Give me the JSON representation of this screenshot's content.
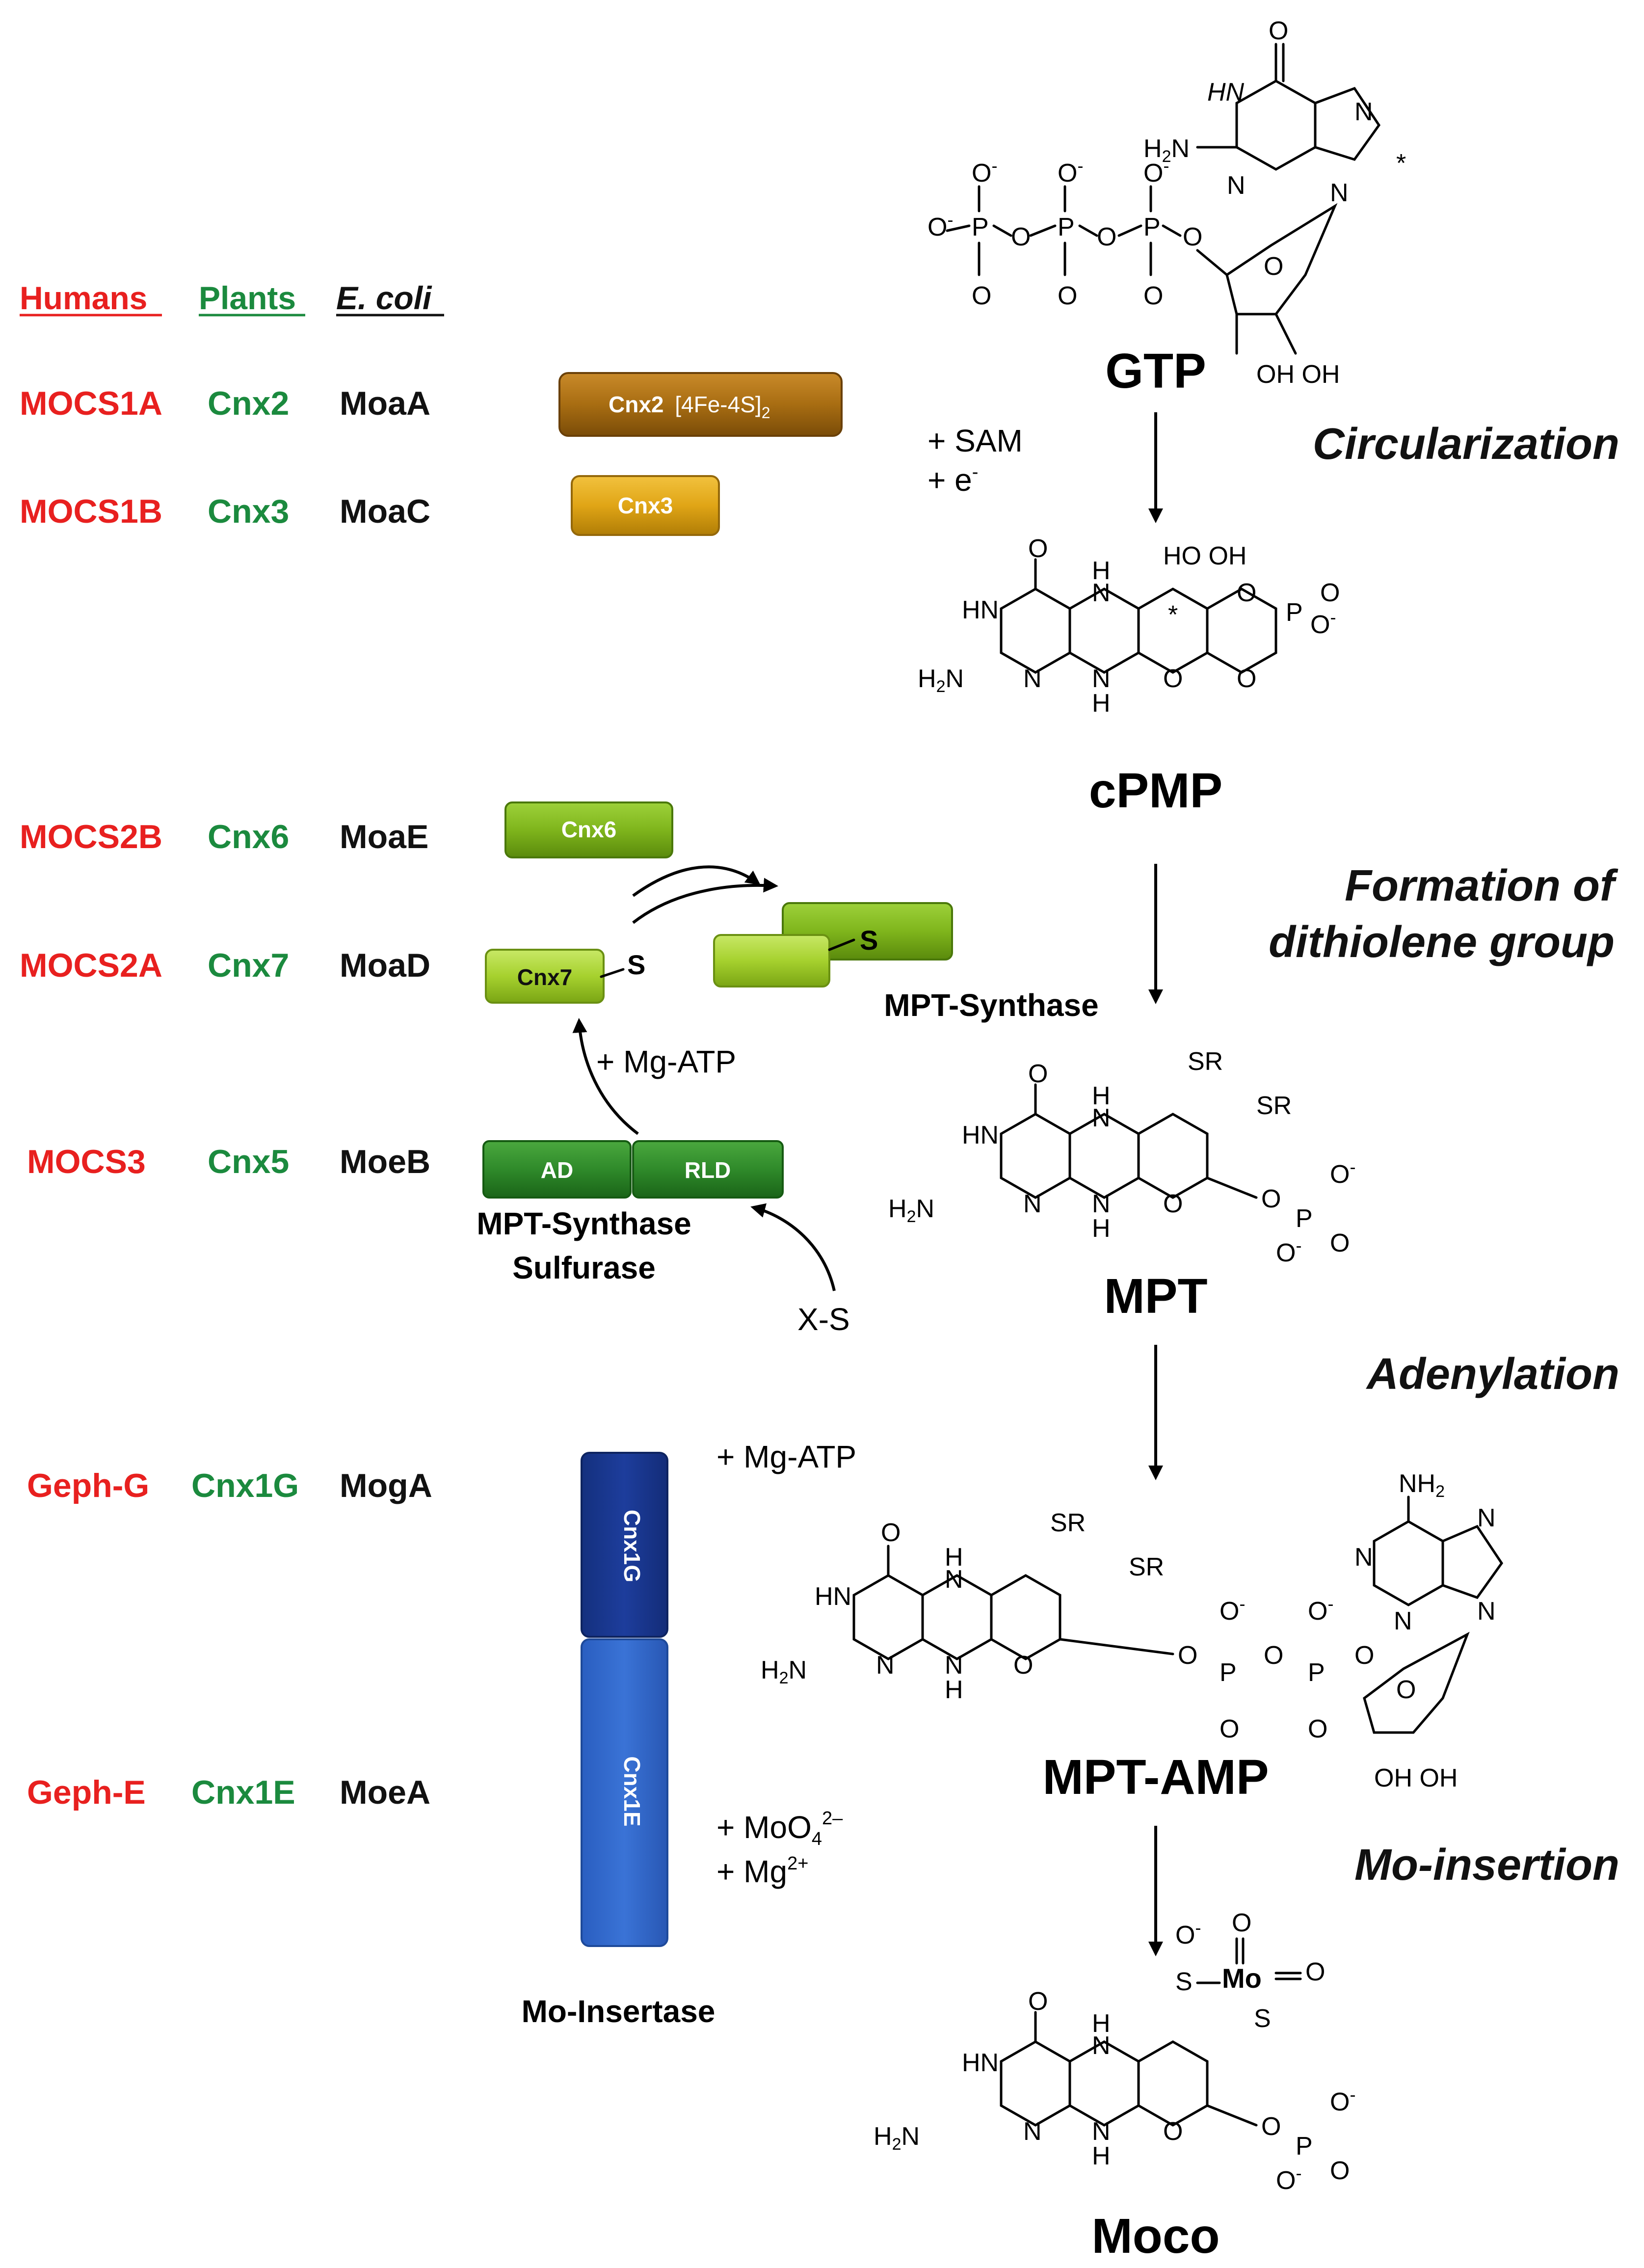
{
  "headers": {
    "humans": "Humans",
    "plants": "Plants",
    "ecoli": "E. coli"
  },
  "rows": [
    {
      "human": "MOCS1A",
      "plant": "Cnx2",
      "ecoli": "MoaA"
    },
    {
      "human": "MOCS1B",
      "plant": "Cnx3",
      "ecoli": "MoaC"
    },
    {
      "human": "MOCS2B",
      "plant": "Cnx6",
      "ecoli": "MoaE"
    },
    {
      "human": "MOCS2A",
      "plant": "Cnx7",
      "ecoli": "MoaD"
    },
    {
      "human": "MOCS3",
      "plant": "Cnx5",
      "ecoli": "MoeB"
    },
    {
      "human": "Geph-G",
      "plant": "Cnx1G",
      "ecoli": "MogA"
    },
    {
      "human": "Geph-E",
      "plant": "Cnx1E",
      "ecoli": "MoeA"
    }
  ],
  "proteins": {
    "cnx2": "Cnx2",
    "cnx2_cluster": "[4Fe-4S]",
    "cnx3": "Cnx3",
    "cnx6": "Cnx6",
    "cnx7": "Cnx7",
    "sulfur": "S",
    "ad": "AD",
    "rld": "RLD",
    "cnx1g": "Cnx1G",
    "cnx1e": "Cnx1E"
  },
  "complexes": {
    "mpt_synthase": "MPT-Synthase",
    "sulfurase_1": "MPT-Synthase",
    "sulfurase_2": "Sulfurase",
    "mo_insertase": "Mo-Insertase"
  },
  "reagents": {
    "sam": "+ SAM",
    "electron": "+ e",
    "mg_atp_1": "+ Mg-ATP",
    "xs": "X-S",
    "mg_atp_2": "+ Mg-ATP",
    "molybdate": "+ MoO",
    "mg": "+ Mg"
  },
  "steps": {
    "circularization": "Circularization",
    "dithiolene_1": "Formation of",
    "dithiolene_2": "dithiolene group",
    "adenylation": "Adenylation",
    "mo_insertion": "Mo-insertion"
  },
  "compounds": {
    "gtp": "GTP",
    "cpmp": "cPMP",
    "mpt": "MPT",
    "mpt_amp": "MPT-AMP",
    "moco": "Moco"
  },
  "colors": {
    "human_red": "#e8201f",
    "plant_green": "#1b8a3e",
    "cnx2_brown": "#a86d12",
    "cnx3_gold": "#e0a516",
    "cnx6_green": "#7fb51c",
    "cnx7_lime": "#a6d12e",
    "cnx5_green": "#2f8a2a",
    "cnx1g_blue": "#1d3d9c",
    "cnx1e_blue": "#3a73d6"
  }
}
